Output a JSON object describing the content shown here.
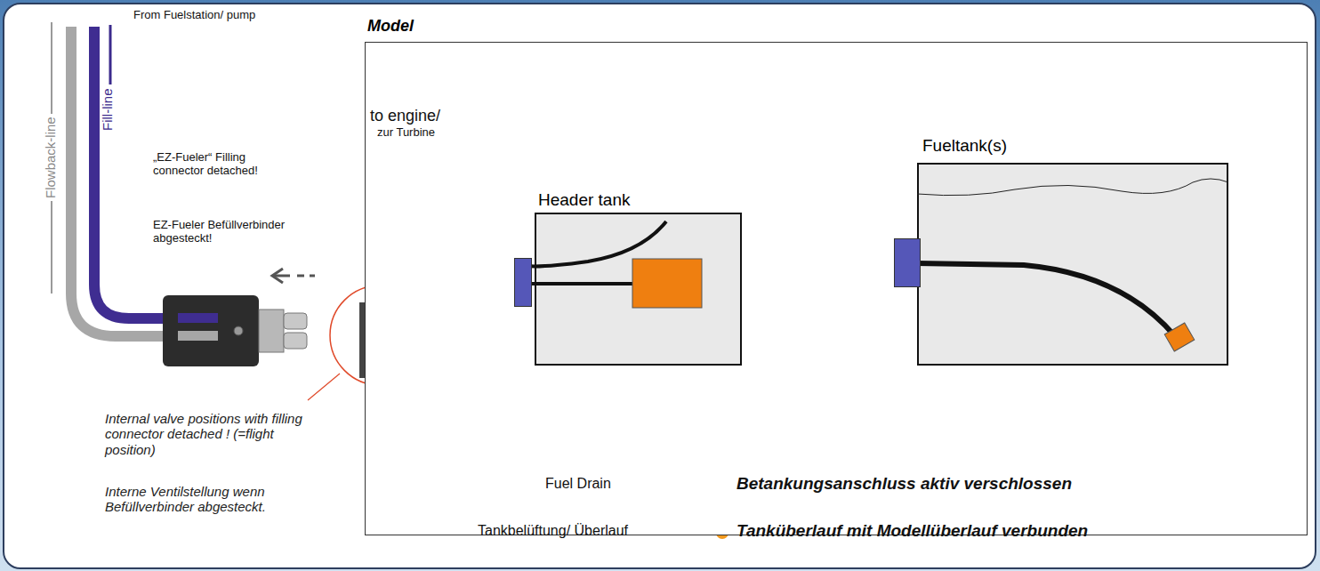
{
  "diagram": {
    "nodes": [
      {
        "text": [
          "Model"
        ]
      },
      {
        "text": [
          "Header tank"
        ],
        "in": 0
      },
      {
        "text": [
          "Fueltank(s)"
        ],
        "in": 0
      }
    ],
    "edges": [
      {
        "from": 1,
        "to": 2,
        "arrow": "none"
      }
    ],
    "labels": [
      "From Fuelstation/ pump",
      "Flowback-line",
      "Fill-line",
      "„EZ-Fueler“ Filling connector detached!",
      "EZ-Fueler Befüllverbinder abgesteckt!",
      "to engine/",
      "zur Turbine",
      "Internal valve positions with filling connector detached ! (=flight position)",
      "Interne Ventilstellung wenn Befüllverbinder abgesteckt.",
      "Fuel Drain",
      "Tankbelüftung/ Überlauf",
      "Betankungsanschluss aktiv verschlossen",
      "Tanküberlauf mit Modellüberlauf verbunden"
    ]
  }
}
